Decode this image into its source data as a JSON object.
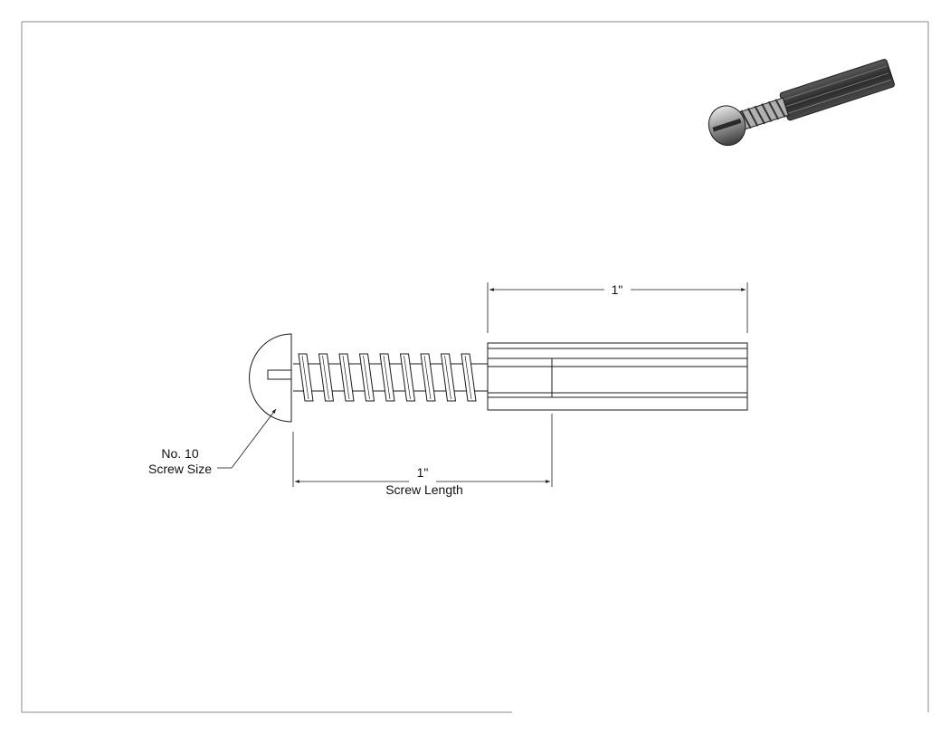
{
  "drawing": {
    "top_dimension": {
      "value": "1\""
    },
    "screw_length_dimension": {
      "value": "1\"",
      "label": "Screw Length"
    },
    "screw_size_callout": {
      "line1": "No. 10",
      "line2": "Screw Size"
    }
  },
  "colors": {
    "line": "#1a1a1a",
    "frame": "#8a8a8a",
    "render_dark": "#2f2f2f",
    "render_mid": "#8c8c8c",
    "render_light": "#d9d9d9"
  }
}
